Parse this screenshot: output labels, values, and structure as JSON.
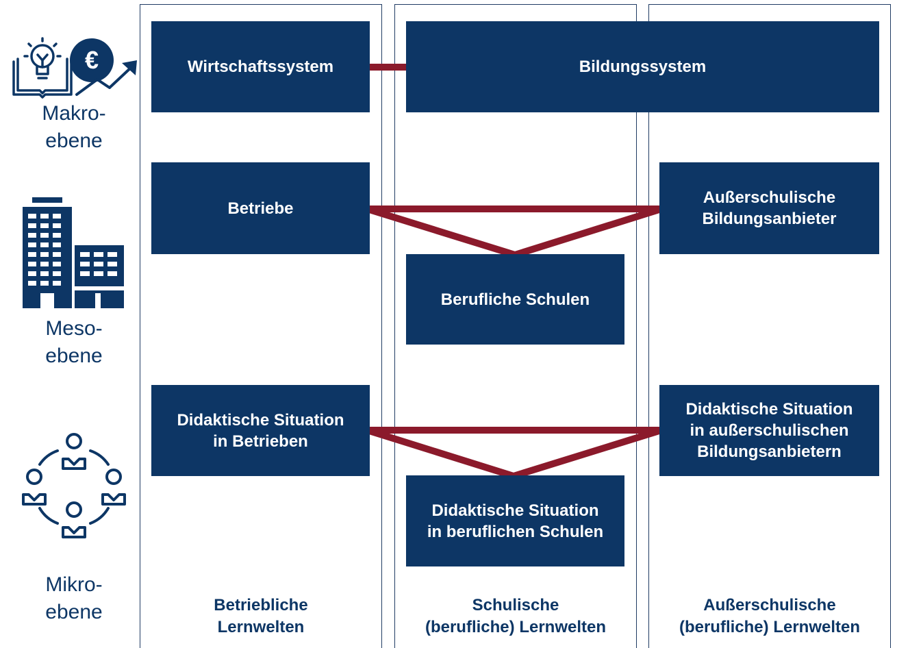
{
  "colors": {
    "box": "#0d3665",
    "connector": "#8b1a2b",
    "column_border": "#1f3b63",
    "text": "#0d3665"
  },
  "levels": {
    "macro": {
      "label": "Makro-\nebene",
      "icon": "economy-lightbulb-euro-icon"
    },
    "meso": {
      "label": "Meso-\nebene",
      "icon": "buildings-icon"
    },
    "micro": {
      "label": "Mikro-\nebene",
      "icon": "people-circle-icon"
    }
  },
  "boxes": {
    "wirtschaftssystem": "Wirtschaftssystem",
    "bildungssystem": "Bildungssystem",
    "betriebe": "Betriebe",
    "ausserschulische_anbieter": "Außerschulische\nBildungsanbieter",
    "berufliche_schulen": "Berufliche Schulen",
    "didaktik_betrieben": "Didaktische Situation\nin Betrieben",
    "didaktik_ausserschulisch": "Didaktische Situation\nin außerschulischen\nBildungsanbietern",
    "didaktik_schulen": "Didaktische Situation\nin beruflichen Schulen"
  },
  "columns": {
    "betrieblich": "Betriebliche\nLernwelten",
    "schulisch": "Schulische\n(berufliche) Lernwelten",
    "ausserschulisch": "Außerschulische\n(berufliche) Lernwelten"
  }
}
